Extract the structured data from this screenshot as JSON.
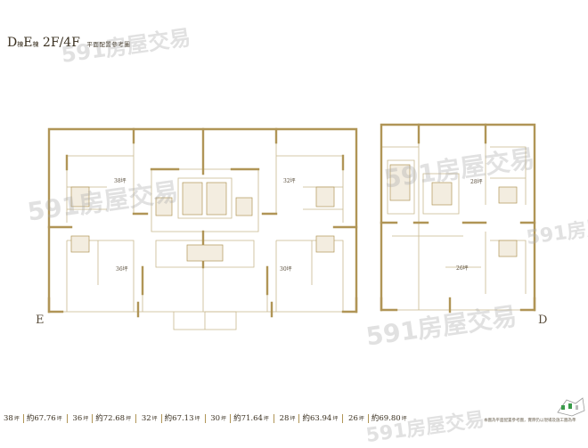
{
  "header": {
    "building_d": "D",
    "building_d_suffix": "棟",
    "building_e": "E",
    "building_e_suffix": "棟",
    "floors": "2F/4F",
    "subtitle": "平面配置參考圖"
  },
  "plans": {
    "left_label": "E",
    "right_label": "D",
    "left_units": [
      "38",
      "32",
      "36",
      "30"
    ],
    "right_units": [
      "28",
      "26"
    ],
    "unit_suffix": "坪"
  },
  "legend": [
    {
      "unit": "38",
      "unit_suffix": "坪",
      "area": "約67.76",
      "area_suffix": "坪"
    },
    {
      "unit": "36",
      "unit_suffix": "坪",
      "area": "約72.68",
      "area_suffix": "坪"
    },
    {
      "unit": "32",
      "unit_suffix": "坪",
      "area": "約67.13",
      "area_suffix": "坪"
    },
    {
      "unit": "30",
      "unit_suffix": "坪",
      "area": "約71.64",
      "area_suffix": "坪"
    },
    {
      "unit": "28",
      "unit_suffix": "坪",
      "area": "約63.94",
      "area_suffix": "坪"
    },
    {
      "unit": "26",
      "unit_suffix": "坪",
      "area": "約69.80",
      "area_suffix": "坪"
    }
  ],
  "note": "本圖為平面配置參考圖，實際仍以現場及施工圖為準",
  "watermark": "591房屋交易",
  "colors": {
    "wall": "#b09556",
    "line": "#c9b98e",
    "accent": "#8a7340"
  }
}
